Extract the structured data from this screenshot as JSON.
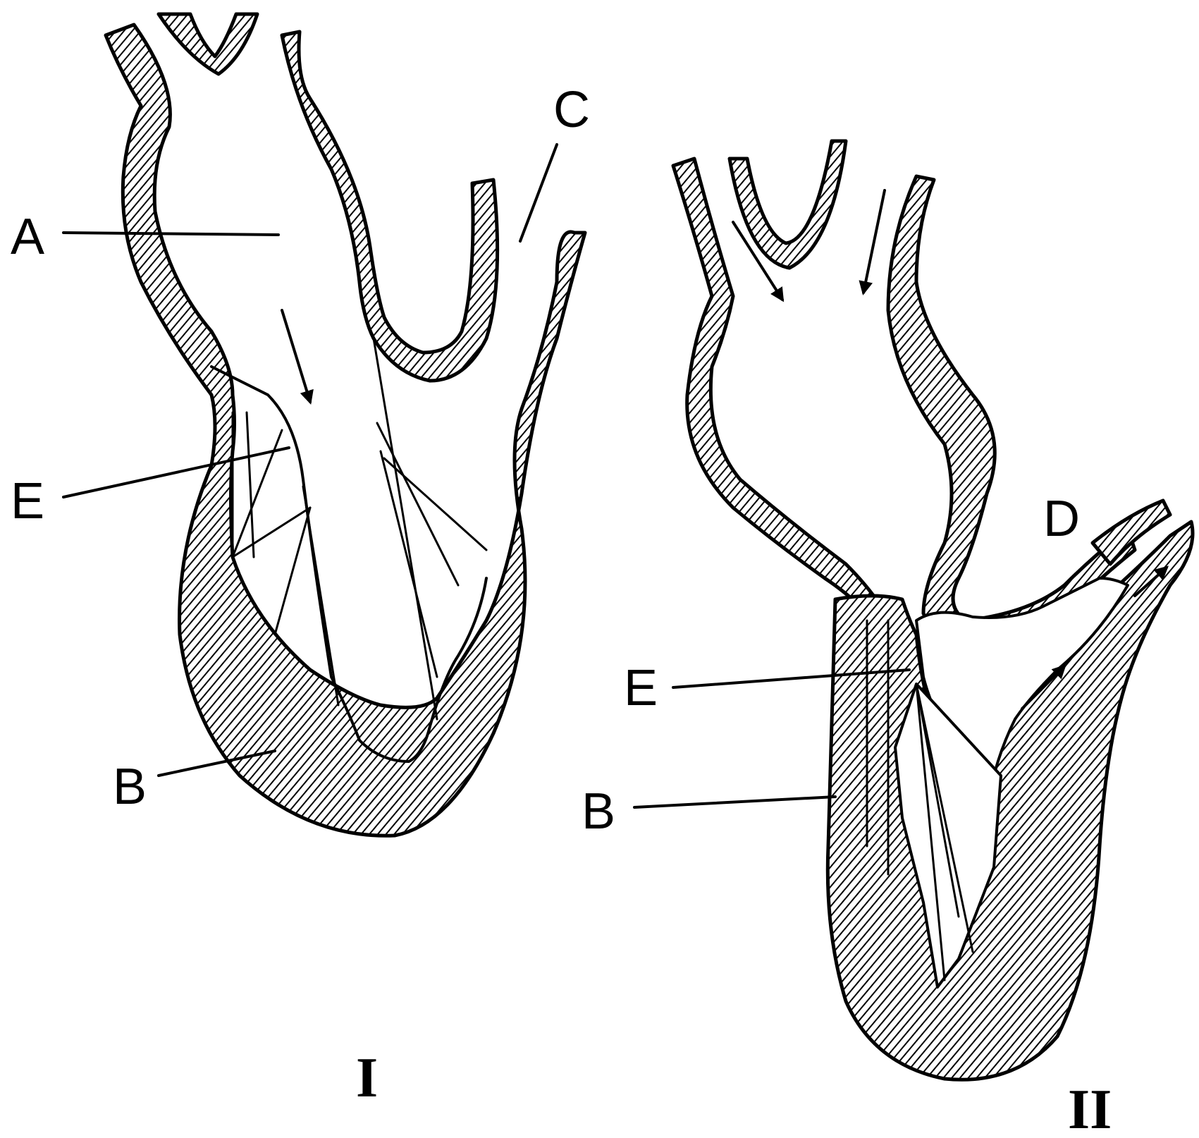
{
  "figure_one": {
    "roman_label": "I",
    "labels": {
      "a": "A",
      "b": "B",
      "c": "C",
      "e": "E"
    }
  },
  "figure_two": {
    "roman_label": "II",
    "labels": {
      "b": "B",
      "d": "D",
      "e": "E"
    }
  }
}
